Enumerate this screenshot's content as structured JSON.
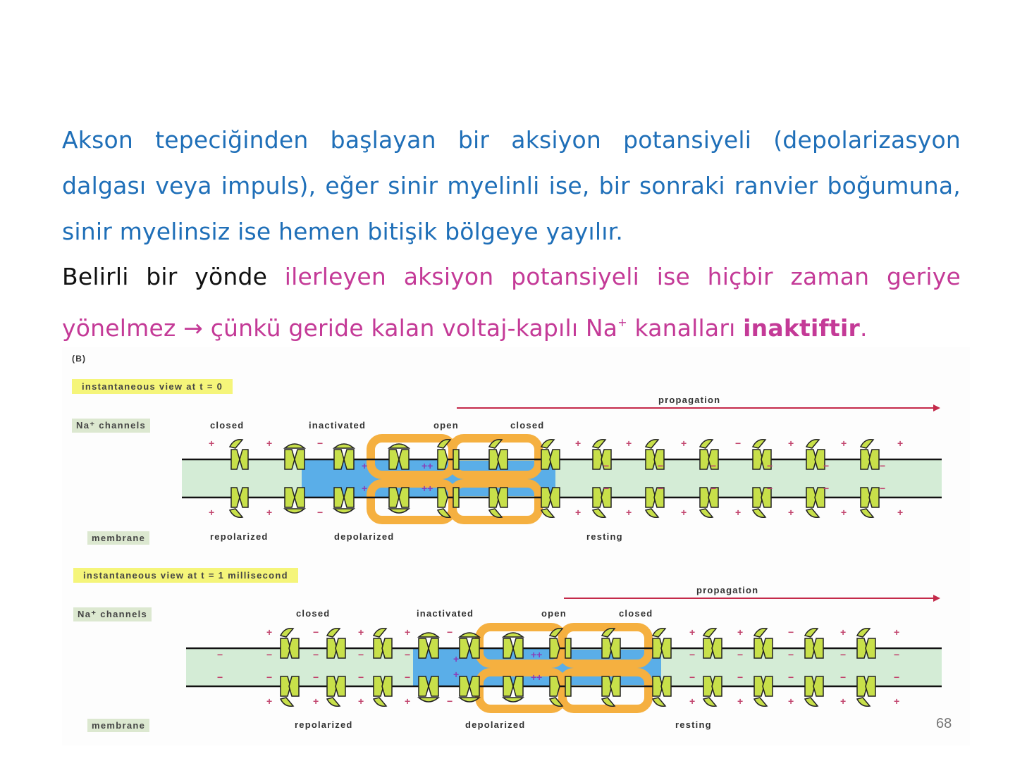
{
  "text": {
    "paragraph1": "Akson tepeciğinden başlayan bir aksiyon potansiyeli (depolarizasyon dalgası veya impuls), eğer sinir myelinli ise, bir sonraki ranvier boğumuna, sinir myelinsiz ise hemen bitişik bölgeye yayılır.",
    "paragraph2": {
      "lead_black": "Belirli bir yönde",
      "middle_pink": " ilerleyen aksiyon potansiyeli ise hiçbir zaman geriye yönelmez → çünkü geride kalan voltaj-kapılı Na",
      "superscript": "+",
      "after_sup": " kanalları ",
      "bold": "inaktiftir",
      "end": "."
    }
  },
  "colors": {
    "blue_text": "#1f6fb8",
    "pink_text": "#c43a97",
    "black_text": "#111111",
    "channel_green": "#c8e04a",
    "depolarized_blue": "#5aaee8",
    "resting_green": "#d4ecd6",
    "open_orange": "#f5b040",
    "propagation_red": "#c42a4a",
    "tag_yellow": "#f5f57a"
  },
  "figure": {
    "label": "(B)",
    "panels": [
      {
        "title": "instantaneous view at t = 0",
        "propagation_label": "propagation",
        "channels_tag": "Na⁺ channels",
        "channel_states": [
          "closed",
          "inactivated",
          "open",
          "closed"
        ],
        "membrane_tag": "membrane",
        "membrane_states": [
          "repolarized",
          "depolarized",
          "resting"
        ]
      },
      {
        "title": "instantaneous view at t = 1 millisecond",
        "propagation_label": "propagation",
        "channels_tag": "Na⁺ channels",
        "channel_states": [
          "closed",
          "inactivated",
          "open",
          "closed"
        ],
        "membrane_tag": "membrane",
        "membrane_states": [
          "repolarized",
          "depolarized",
          "resting"
        ]
      }
    ]
  },
  "page_number": "68"
}
